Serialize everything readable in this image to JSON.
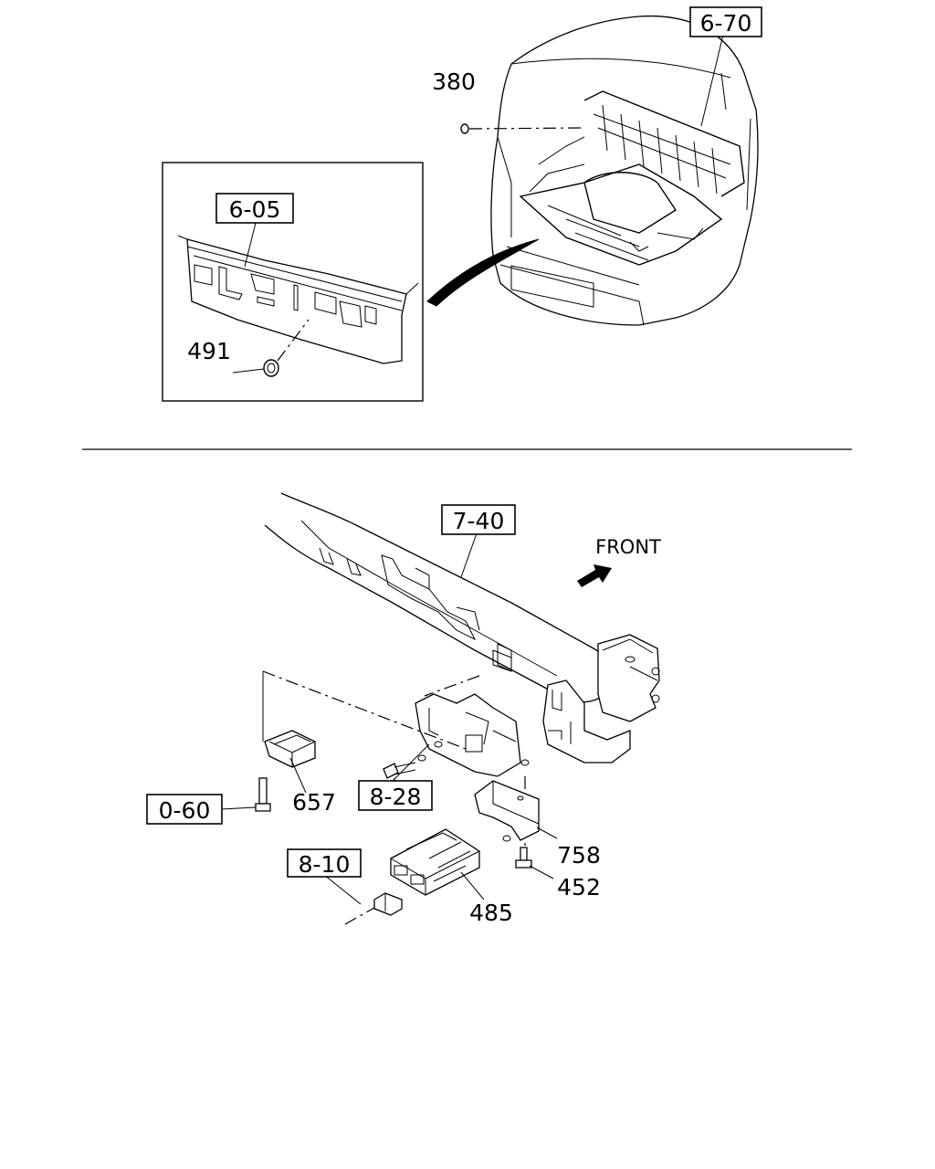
{
  "labels": {
    "ref_6_70": "6-70",
    "ref_6_05": "6-05",
    "ref_7_40": "7-40",
    "ref_8_28": "8-28",
    "ref_0_60": "0-60",
    "ref_8_10": "8-10",
    "part_380": "380",
    "part_491": "491",
    "part_657": "657",
    "part_758": "758",
    "part_452": "452",
    "part_485": "485",
    "front": "FRONT"
  }
}
